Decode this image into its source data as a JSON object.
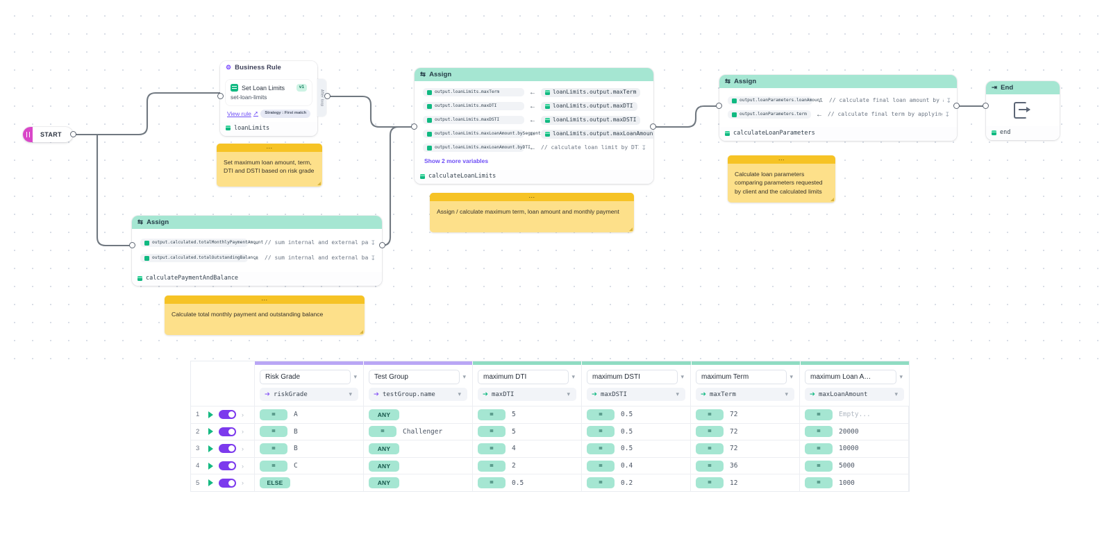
{
  "flow": {
    "start": {
      "label": "START",
      "icon": "pause-bars-icon"
    },
    "business_rule": {
      "header": "Business Rule",
      "header_icon": "gear-icon",
      "rule_name": "Set Loan Limits",
      "rule_id": "set-loan-limits",
      "version": "v1",
      "view_rule": "View rule",
      "view_rule_icon": "external-link-icon",
      "strategy": "Strategy : First match",
      "output_var": "loanLimits",
      "side_tab": "After loop"
    },
    "assign_limits": {
      "header": "Assign",
      "header_icon": "assign-icon",
      "footer_var": "calculateLoanLimits",
      "show_more": "Show 2 more variables",
      "rows": [
        {
          "target": "output.loanLimits.maxTerm",
          "op": "←",
          "source": "loanLimits.output.maxTerm",
          "source_type": "var"
        },
        {
          "target": "output.loanLimits.maxDTI",
          "op": "←",
          "source": "loanLimits.output.maxDTI",
          "source_type": "var"
        },
        {
          "target": "output.loanLimits.maxDSTI",
          "op": "←",
          "source": "loanLimits.output.maxDSTI",
          "source_type": "var"
        },
        {
          "target": "output.loanLimits.maxLoanAmount.bySegment",
          "op": "←",
          "source": "loanLimits.output.maxLoanAmount",
          "source_type": "var"
        },
        {
          "target": "output.loanLimits.maxLoanAmount.byDTI",
          "op": "←",
          "source": "// calculate loan limit by DTI",
          "source_type": "code"
        }
      ]
    },
    "assign_params": {
      "header": "Assign",
      "header_icon": "assign-icon",
      "footer_var": "calculateLoanParameters",
      "rows": [
        {
          "target": "output.loanParameters.loanAmount",
          "op": "←",
          "source": "// calculate final loan amount by applyi",
          "source_type": "code"
        },
        {
          "target": "output.loanParameters.term",
          "op": "←",
          "source": "// calculate final term by applying ters",
          "source_type": "code"
        }
      ]
    },
    "assign_payment": {
      "header": "Assign",
      "header_icon": "assign-icon",
      "footer_var": "calculatePaymentAndBalance",
      "rows": [
        {
          "target": "output.calculated.totalMonthlyPaymentAmount",
          "op": "←",
          "source": "// sum internal and external payment",
          "source_type": "code"
        },
        {
          "target": "output.calculated.totalOutstandingBalance",
          "op": "←",
          "source": "// sum internal and external balance",
          "source_type": "code"
        }
      ]
    },
    "end": {
      "header": "End",
      "header_icon": "end-icon",
      "footer_var": "end",
      "glyph": "exit-arrow-icon"
    },
    "notes": [
      {
        "text": "Set maximum loan amount, term, DTI and DSTI based on risk grade"
      },
      {
        "text": "Assign / calculate maximum term, loan amount and monthly payment"
      },
      {
        "text": "Calculate loan parameters comparing parameters requested by client and the calculated limits"
      },
      {
        "text": "Calculate total monthly payment and outstanding balance"
      }
    ]
  },
  "decision_table": {
    "columns": [
      {
        "name": "Risk Grade",
        "variable": "riskGrade",
        "kind": "input",
        "accent": "purple"
      },
      {
        "name": "Test Group",
        "variable": "testGroup.name",
        "kind": "input",
        "accent": "purple"
      },
      {
        "name": "maximum DTI",
        "variable": "maxDTI",
        "kind": "output",
        "accent": "teal"
      },
      {
        "name": "maximum DSTI",
        "variable": "maxDSTI",
        "kind": "output",
        "accent": "teal"
      },
      {
        "name": "maximum Term",
        "variable": "maxTerm",
        "kind": "output",
        "accent": "teal"
      },
      {
        "name": "maximum Loan A…",
        "variable": "maxLoanAmount",
        "kind": "output",
        "accent": "teal"
      }
    ],
    "rows": [
      {
        "index": "1",
        "enabled": true,
        "cells": [
          {
            "op": "=",
            "value": "A"
          },
          {
            "op": "ANY",
            "value": ""
          },
          {
            "op": "=",
            "value": "5"
          },
          {
            "op": "=",
            "value": "0.5"
          },
          {
            "op": "=",
            "value": "72"
          },
          {
            "op": "=",
            "value": "Empty...",
            "placeholder": true
          }
        ]
      },
      {
        "index": "2",
        "enabled": true,
        "cells": [
          {
            "op": "=",
            "value": "B"
          },
          {
            "op": "=",
            "value": "Challenger"
          },
          {
            "op": "=",
            "value": "5"
          },
          {
            "op": "=",
            "value": "0.5"
          },
          {
            "op": "=",
            "value": "72"
          },
          {
            "op": "=",
            "value": "20000"
          }
        ]
      },
      {
        "index": "3",
        "enabled": true,
        "cells": [
          {
            "op": "=",
            "value": "B"
          },
          {
            "op": "ANY",
            "value": ""
          },
          {
            "op": "=",
            "value": "4"
          },
          {
            "op": "=",
            "value": "0.5"
          },
          {
            "op": "=",
            "value": "72"
          },
          {
            "op": "=",
            "value": "10000"
          }
        ]
      },
      {
        "index": "4",
        "enabled": true,
        "cells": [
          {
            "op": "=",
            "value": "C"
          },
          {
            "op": "ANY",
            "value": ""
          },
          {
            "op": "=",
            "value": "2"
          },
          {
            "op": "=",
            "value": "0.4"
          },
          {
            "op": "=",
            "value": "36"
          },
          {
            "op": "=",
            "value": "5000"
          }
        ]
      },
      {
        "index": "5",
        "enabled": true,
        "cells": [
          {
            "op": "ELSE",
            "value": ""
          },
          {
            "op": "ANY",
            "value": ""
          },
          {
            "op": "=",
            "value": "0.5"
          },
          {
            "op": "=",
            "value": "0.2"
          },
          {
            "op": "=",
            "value": "12"
          },
          {
            "op": "=",
            "value": "1000"
          }
        ]
      }
    ]
  },
  "colors": {
    "node_header_teal": "#a5e6d2",
    "start_accent": "#d946c8",
    "link_purple": "#6d4df6",
    "note_body": "#fde08a",
    "note_header": "#f6c325",
    "toggle_on": "#7c3aed",
    "play_green": "#15b981",
    "accent_purple": "#b9a6f5",
    "accent_teal": "#8fdcc2"
  }
}
